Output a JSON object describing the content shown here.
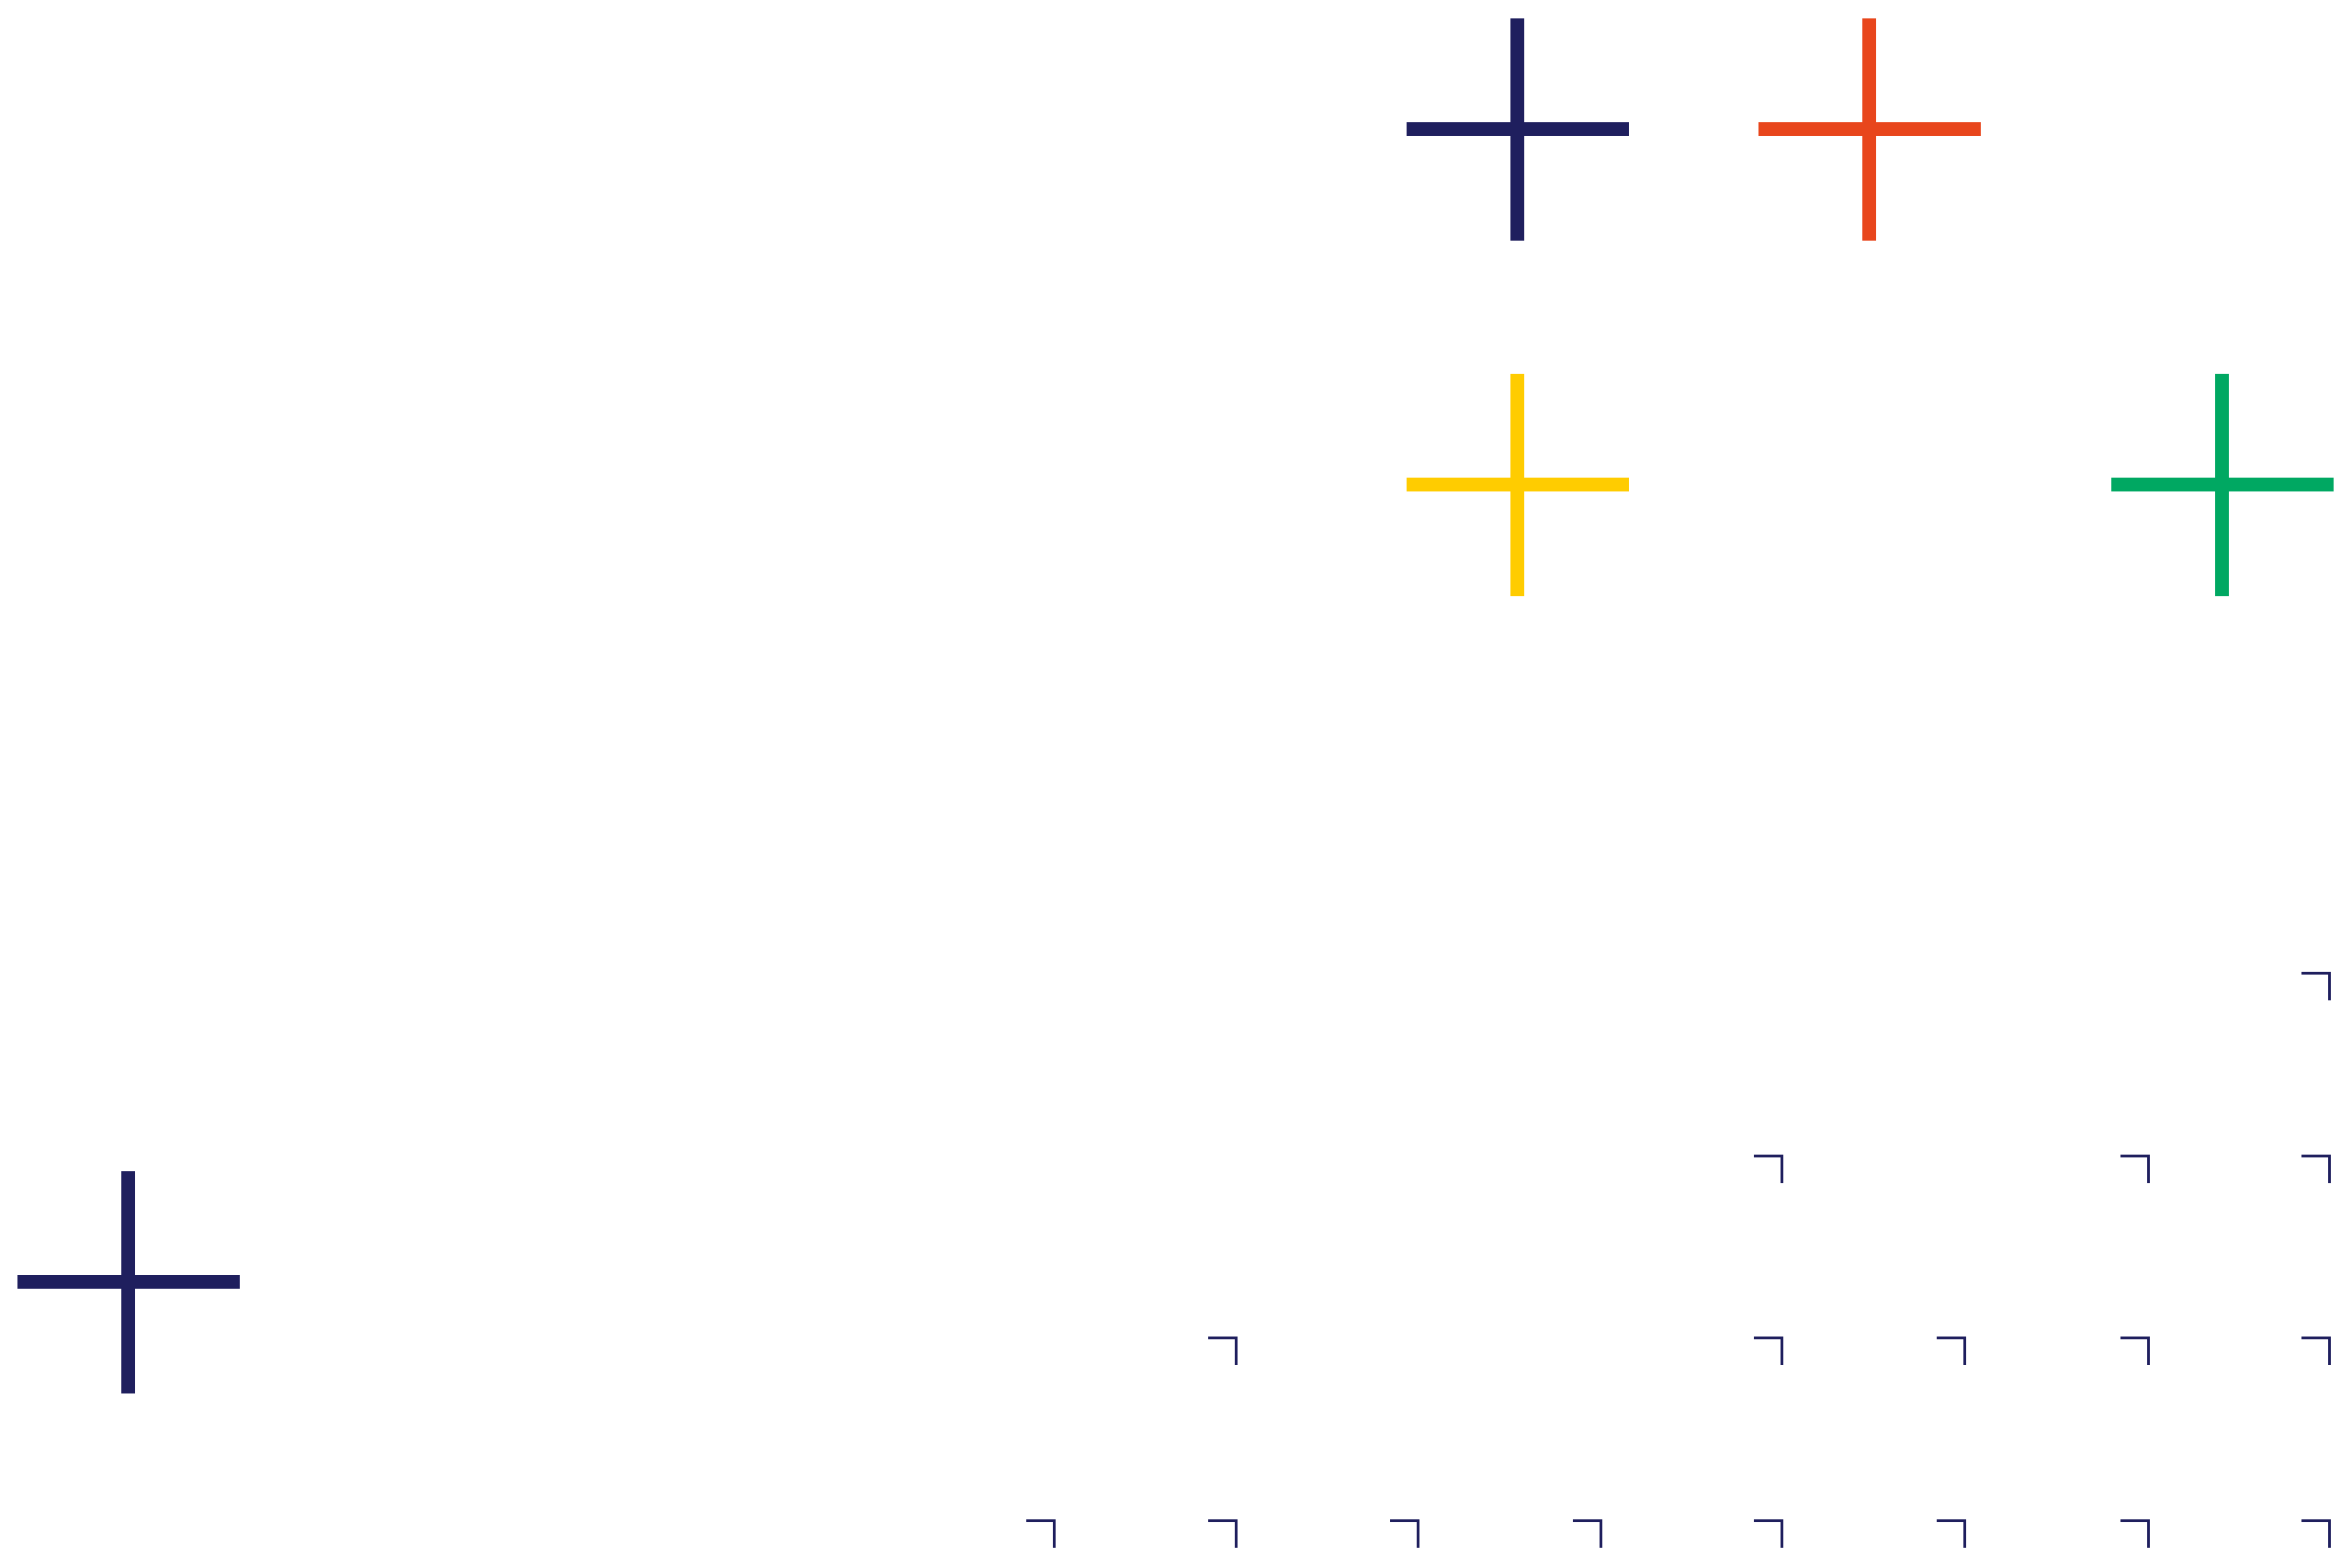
{
  "colors": {
    "navy": "#1f1f5e",
    "orange": "#e8461c",
    "yellow": "#ffcc00",
    "green": "#00a862"
  },
  "plus_marks": [
    {
      "name": "plus-navy-top",
      "color": "navy"
    },
    {
      "name": "plus-orange-top",
      "color": "orange"
    },
    {
      "name": "plus-yellow-middle",
      "color": "yellow"
    },
    {
      "name": "plus-green-middle",
      "color": "green"
    },
    {
      "name": "plus-navy-bottom-left",
      "color": "navy"
    }
  ],
  "corner_grid": [
    [
      0,
      0,
      0,
      0,
      0,
      0,
      0,
      1
    ],
    [
      0,
      0,
      0,
      0,
      1,
      0,
      1,
      1
    ],
    [
      0,
      1,
      0,
      0,
      1,
      1,
      1,
      1
    ],
    [
      1,
      1,
      1,
      1,
      1,
      1,
      1,
      1
    ]
  ]
}
